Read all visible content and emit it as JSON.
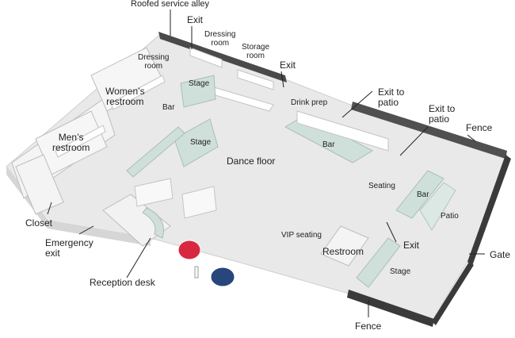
{
  "labels": {
    "roofed_service_alley": "Roofed service alley",
    "exit_top_left": "Exit",
    "dressing_room_top": "Dressing\nroom",
    "storage_room": "Storage\nroom",
    "exit_top_right": "Exit",
    "dressing_room_left": "Dressing\nroom",
    "stage_top": "Stage",
    "womens_restroom": "Women’s\nrestroom",
    "bar_left": "Bar",
    "drink_prep": "Drink prep",
    "exit_to_patio_1": "Exit to\npatio",
    "exit_to_patio_2": "Exit to\npatio",
    "fence_top": "Fence",
    "mens_restroom": "Men’s\nrestroom",
    "stage_mid": "Stage",
    "dance_floor": "Dance floor",
    "bar_center": "Bar",
    "seating": "Seating",
    "bar_right": "Bar",
    "patio": "Patio",
    "closet": "Closet",
    "emergency_exit": "Emergency\nexit",
    "vip_seating": "VIP seating",
    "restroom": "Restroom",
    "exit_right": "Exit",
    "gate": "Gate",
    "stage_bottom": "Stage",
    "reception_desk": "Reception desk",
    "fence_bottom": "Fence"
  },
  "markers": {
    "red_color": "#d8283f",
    "blue_color": "#26467c"
  }
}
